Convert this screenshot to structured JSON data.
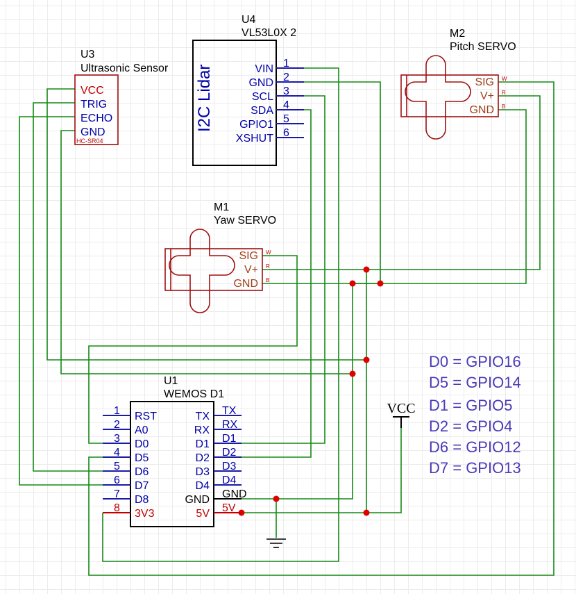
{
  "components": {
    "u4": {
      "designator": "U4",
      "value": "VL53L0X 2",
      "body_text": "I2C Lidar",
      "pins": [
        {
          "label": "VIN",
          "num": "1"
        },
        {
          "label": "GND",
          "num": "2"
        },
        {
          "label": "SCL",
          "num": "3"
        },
        {
          "label": "SDA",
          "num": "4"
        },
        {
          "label": "GPIO1",
          "num": "5"
        },
        {
          "label": "XSHUT",
          "num": "6"
        }
      ]
    },
    "u3": {
      "designator": "U3",
      "value": "Ultrasonic Sensor",
      "part": "HC-SR04",
      "pins": [
        "VCC",
        "TRIG",
        "ECHO",
        "GND"
      ]
    },
    "m2": {
      "designator": "M2",
      "value": "Pitch SERVO",
      "pins": [
        "SIG",
        "V+",
        "GND"
      ],
      "wire_codes": [
        "W",
        "R",
        "B"
      ]
    },
    "m1": {
      "designator": "M1",
      "value": "Yaw SERVO",
      "pins": [
        "SIG",
        "V+",
        "GND"
      ],
      "wire_codes": [
        "W",
        "R",
        "B"
      ]
    },
    "u1": {
      "designator": "U1",
      "value": "WEMOS D1",
      "left_pins": [
        {
          "num": "1",
          "label": "RST"
        },
        {
          "num": "2",
          "label": "A0"
        },
        {
          "num": "3",
          "label": "D0"
        },
        {
          "num": "4",
          "label": "D5"
        },
        {
          "num": "5",
          "label": "D6"
        },
        {
          "num": "6",
          "label": "D7"
        },
        {
          "num": "7",
          "label": "D8"
        },
        {
          "num": "8",
          "label": "3V3"
        }
      ],
      "right_pins": [
        {
          "inner": "TX",
          "outer": "TX"
        },
        {
          "inner": "RX",
          "outer": "RX"
        },
        {
          "inner": "D1",
          "outer": "D1"
        },
        {
          "inner": "D2",
          "outer": "D2"
        },
        {
          "inner": "D3",
          "outer": "D3"
        },
        {
          "inner": "D4",
          "outer": "D4"
        },
        {
          "inner": "GND",
          "outer": "GND"
        },
        {
          "inner": "5V",
          "outer": "5V"
        }
      ]
    }
  },
  "power": {
    "vcc_label": "VCC"
  },
  "notes": [
    "D0 = GPIO16",
    "D5 = GPIO14",
    "D1 = GPIO5",
    "D2 = GPIO4",
    "D6 = GPIO12",
    "D7 = GPIO13"
  ]
}
